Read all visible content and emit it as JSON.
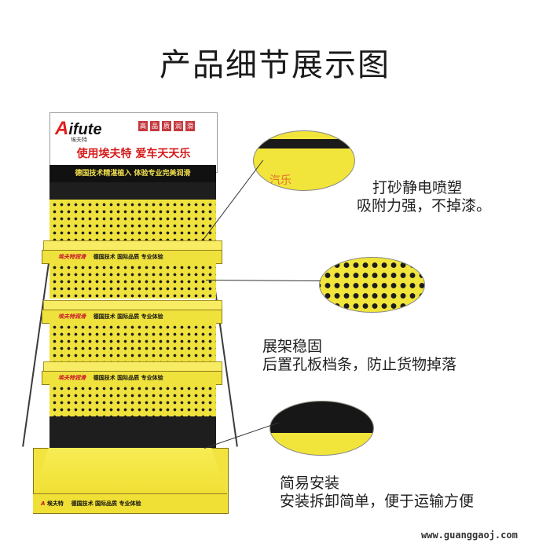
{
  "page": {
    "title": "产品细节展示图"
  },
  "rack": {
    "logo": "ifute",
    "logo_initial": "A",
    "logo_sub": "埃夫特",
    "header_tags": [
      "高",
      "品",
      "质",
      "润",
      "滑"
    ],
    "slogan": "使用埃夫特  爱车天天乐",
    "band_text": "德国技术精湛植入   体验专业完美润滑",
    "shelf_brand": "埃夫特润滑",
    "shelf_text": "德国技术  国际品质  专业体验"
  },
  "callouts": {
    "c1_text": "汽乐",
    "features": [
      {
        "line1": "打砂静电喷塑",
        "line2": "吸附力强，不掉漆。"
      },
      {
        "line1": "展架稳固",
        "line2": "后置孔板档条，防止货物掉落"
      },
      {
        "line1": "简易安装",
        "line2": "安装拆卸简单，便于运输方便"
      }
    ]
  },
  "watermark": "www.guanggaoj.com",
  "colors": {
    "yellow": "#f0e23d",
    "black": "#1e1e1e",
    "red": "#d61a1a"
  }
}
